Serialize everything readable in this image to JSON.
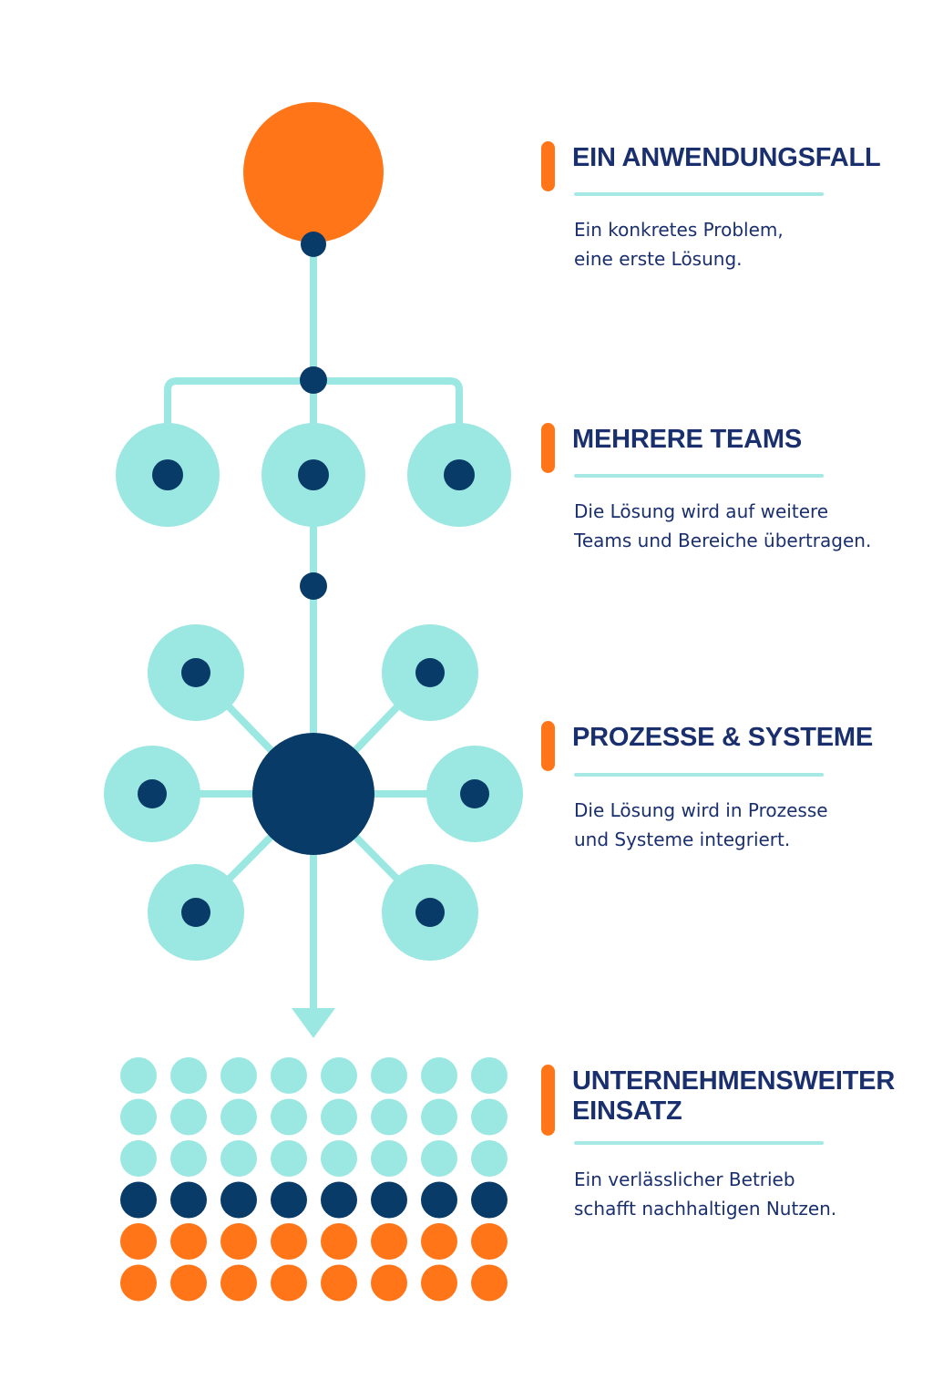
{
  "colors": {
    "orange": "#ff7518",
    "navy": "#083b68",
    "teal": "#9be7e2",
    "rule": "#a6e8e4",
    "text": "#1a2f6e"
  },
  "stages": [
    {
      "id": "use-case",
      "title_lines": [
        "EIN ANWENDUNGSFALL"
      ],
      "description_lines": [
        "Ein konkretes Problem,",
        "eine erste Lösung."
      ]
    },
    {
      "id": "teams",
      "title_lines": [
        "MEHRERE TEAMS"
      ],
      "description_lines": [
        "Die Lösung wird auf weitere",
        "Teams und Bereiche übertragen."
      ]
    },
    {
      "id": "processes",
      "title_lines": [
        "PROZESSE & SYSTEME"
      ],
      "description_lines": [
        "Die Lösung wird in Prozesse",
        "und Systeme integriert."
      ]
    },
    {
      "id": "enterprise",
      "title_lines": [
        "UNTERNEHMENSWEITER",
        "EINSATZ"
      ],
      "description_lines": [
        "Ein verlässlicher Betrieb",
        "schafft nachhaltigen Nutzen."
      ]
    }
  ],
  "graphic": {
    "team_nodes": 3,
    "spoke_nodes": 6,
    "grid_columns": 8,
    "grid_row_colors": [
      "teal",
      "teal",
      "teal",
      "navy",
      "orange",
      "orange"
    ]
  }
}
